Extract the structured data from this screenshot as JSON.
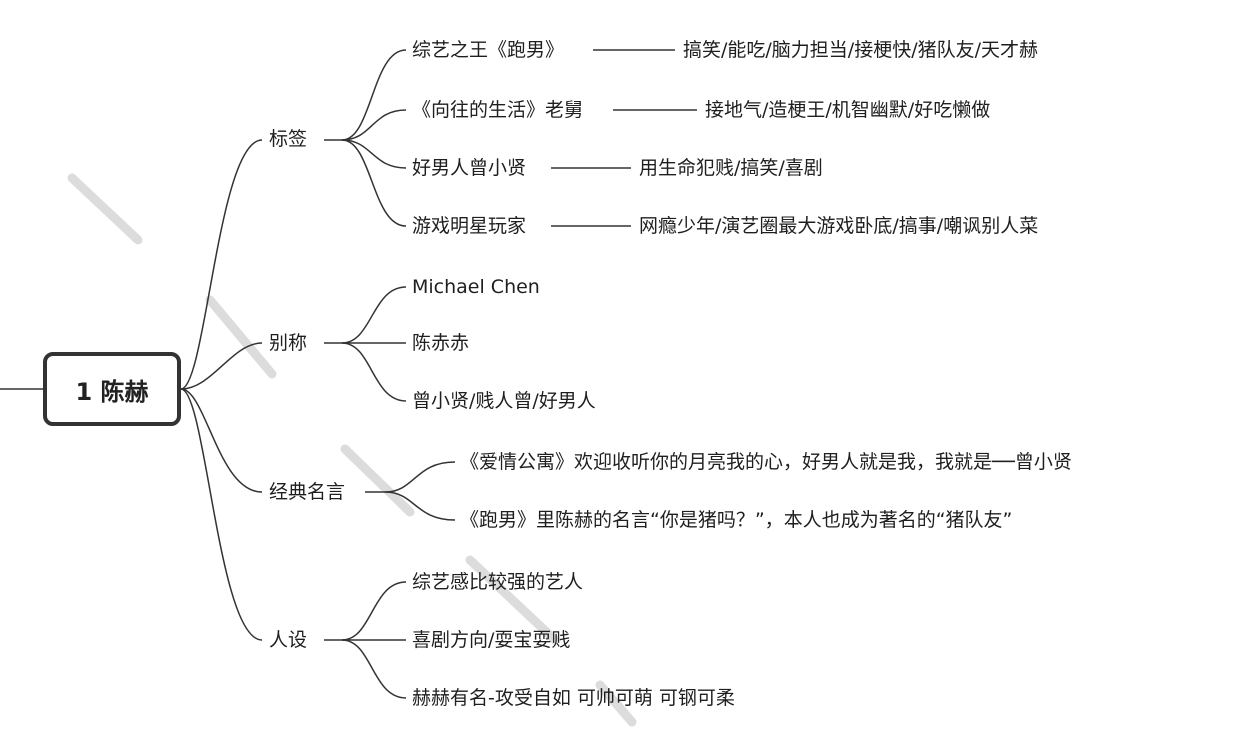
{
  "root": "1 陈赫",
  "branches": [
    {
      "label": "标签",
      "items": [
        {
          "text": "综艺之王《跑男》",
          "detail": "搞笑/能吃/脑力担当/接梗快/猪队友/天才赫"
        },
        {
          "text": "《向往的生活》老舅",
          "detail": "接地气/造梗王/机智幽默/好吃懒做"
        },
        {
          "text": "好男人曾小贤",
          "detail": "用生命犯贱/搞笑/喜剧"
        },
        {
          "text": "游戏明星玩家",
          "detail": "网瘾少年/演艺圈最大游戏卧底/搞事/嘲讽别人菜"
        }
      ]
    },
    {
      "label": "别称",
      "items": [
        {
          "text": "Michael Chen"
        },
        {
          "text": "陈赤赤"
        },
        {
          "text": "曾小贤/贱人曾/好男人"
        }
      ]
    },
    {
      "label": "经典名言",
      "items": [
        {
          "text": "《爱情公寓》欢迎收听你的月亮我的心，好男人就是我，我就是──曾小贤"
        },
        {
          "text": "《跑男》里陈赫的名言“你是猪吗？”，本人也成为著名的“猪队友”"
        }
      ]
    },
    {
      "label": "人设",
      "items": [
        {
          "text": "综艺感比较强的艺人"
        },
        {
          "text": "喜剧方向/耍宝耍贱"
        },
        {
          "text": "赫赫有名-攻受自如 可帅可萌 可钢可柔"
        }
      ]
    }
  ],
  "colors": {
    "line": "#333333",
    "text": "#1f1f1f",
    "watermark": "#dedede"
  }
}
